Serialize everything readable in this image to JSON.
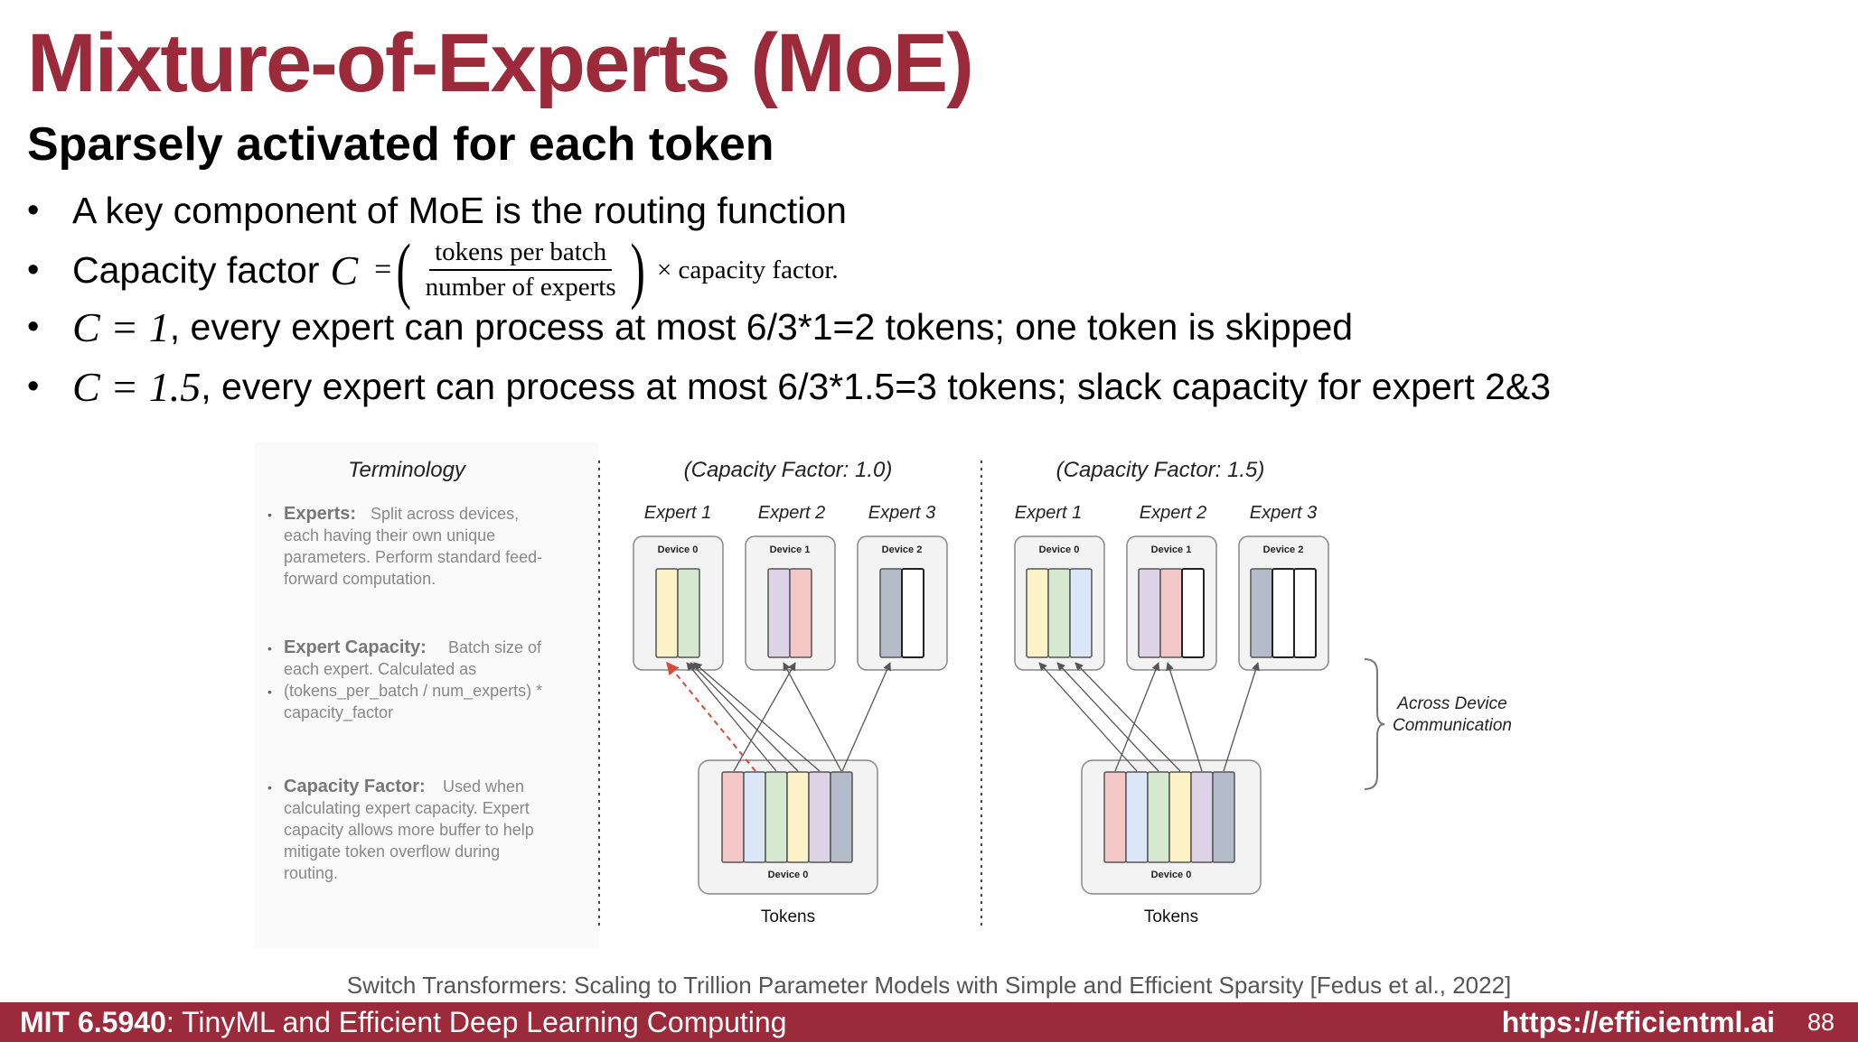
{
  "title": "Mixture-of-Experts (MoE)",
  "subtitle": "Sparsely activated for each token",
  "bullets": {
    "b1": "A key component of MoE is the routing function",
    "b2_prefix": "Capacity factor",
    "b2_var": "C",
    "b2_eq": "=",
    "b2_num": "tokens per batch",
    "b2_den": "number of experts",
    "b2_suffix": "× capacity factor.",
    "b3_math": "C = 1",
    "b3_text": ", every expert can process at most 6/3*1=2 tokens; one token is skipped",
    "b4_math": "C = 1.5",
    "b4_text": ", every expert can process at most 6/3*1.5=3 tokens; slack capacity for expert 2&3"
  },
  "figure": {
    "terminology_title": "Terminology",
    "terms": [
      {
        "name": "Experts:",
        "lines": [
          "Split across devices,",
          "each having their own unique",
          "parameters. Perform standard feed-",
          "forward computation."
        ]
      },
      {
        "name": "Expert Capacity:",
        "lines": [
          "Batch size of",
          "each expert. Calculated as",
          "(tokens_per_batch / num_experts) *",
          "capacity_factor"
        ]
      },
      {
        "name": "Capacity Factor:",
        "lines": [
          "Used when",
          "calculating expert capacity. Expert",
          "capacity allows more buffer to help",
          "mitigate token overflow during",
          "routing."
        ]
      }
    ],
    "panels": [
      {
        "title": "(Capacity Factor: 1.0)",
        "experts": [
          "Expert 1",
          "Expert 2",
          "Expert 3"
        ],
        "devices": [
          "Device 0",
          "Device 1",
          "Device 2"
        ],
        "token_device": "Device 0",
        "tokens_label": "Tokens"
      },
      {
        "title": "(Capacity Factor: 1.5)",
        "experts": [
          "Expert 1",
          "Expert 2",
          "Expert 3"
        ],
        "devices": [
          "Device 0",
          "Device 1",
          "Device 2"
        ],
        "token_device": "Device 0",
        "tokens_label": "Tokens"
      }
    ],
    "brace_label_1": "Across Device",
    "brace_label_2": "Communication",
    "colors": {
      "red": "#f2c7c5",
      "blue": "#dbe7f7",
      "green": "#d6e8d0",
      "yellow": "#fdf2c7",
      "purple": "#dcd4e6",
      "slate": "#b3bcc8",
      "routing_error": "#d64b3a"
    }
  },
  "caption": "Switch Transformers: Scaling to Trillion Parameter Models with Simple and Efficient Sparsity [Fedus et al., 2022]",
  "footer": {
    "course_code": "MIT 6.5940",
    "course_name": ": TinyML and Efficient Deep Learning Computing",
    "url": "https://efficientml.ai",
    "page": "88"
  }
}
